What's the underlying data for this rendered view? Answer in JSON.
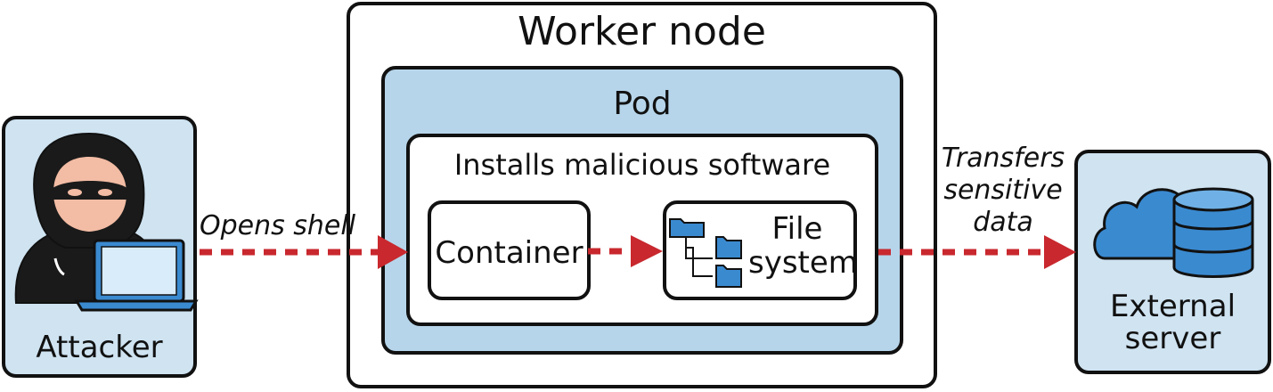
{
  "attacker": {
    "label": "Attacker"
  },
  "worker_node": {
    "title": "Worker node"
  },
  "pod": {
    "title": "Pod"
  },
  "software": {
    "label": "Installs malicious software"
  },
  "container": {
    "label": "Container"
  },
  "file_system": {
    "line1": "File",
    "line2": "system"
  },
  "external_server": {
    "line1": "External",
    "line2": "server"
  },
  "arrows": {
    "opens_shell": "Opens shell",
    "transfers_line1": "Transfers",
    "transfers_line2": "sensitive",
    "transfers_line3": "data"
  },
  "colors": {
    "arrow": "#c8282e",
    "light_blue": "#cfe3f1",
    "pod_blue": "#b6d5ea",
    "icon_blue": "#3a8ad0"
  }
}
